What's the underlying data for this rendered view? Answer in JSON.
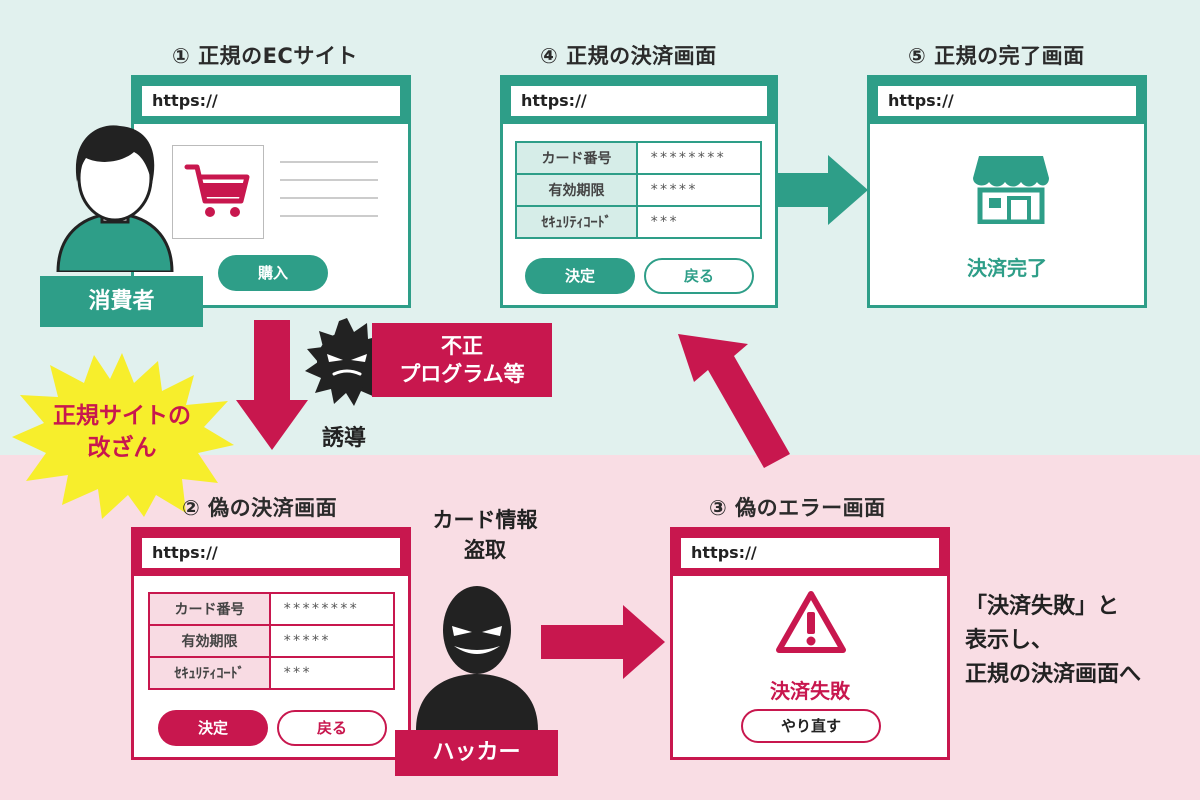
{
  "colors": {
    "green": "#2e9e88",
    "red": "#c8174e",
    "top_bg": "#e1f1ee",
    "bottom_bg": "#f9dde4",
    "burst": "#f7ee2c"
  },
  "url_text": "https://",
  "step1": {
    "title": "① 正規のECサイト",
    "buy_button": "購入",
    "icons": [
      "cart-icon"
    ]
  },
  "consumer": {
    "label": "消費者",
    "icon": "person-icon"
  },
  "step4": {
    "title": "④ 正規の決済画面",
    "fields": [
      {
        "label": "カード番号",
        "value": "********"
      },
      {
        "label": "有効期限",
        "value": "*****"
      },
      {
        "label": "ｾｷｭﾘﾃｨｺｰﾄﾞ",
        "value": "***"
      }
    ],
    "confirm_button": "決定",
    "back_button": "戻る"
  },
  "step5": {
    "title": "⑤ 正規の完了画面",
    "message": "決済完了",
    "icon": "store-icon"
  },
  "malware": {
    "line1": "不正",
    "line2": "プログラム等",
    "icon": "virus-icon"
  },
  "burst": {
    "line1": "正規サイトの",
    "line2": "改ざん"
  },
  "redirect_label": "誘導",
  "step2": {
    "title": "② 偽の決済画面",
    "fields": [
      {
        "label": "カード番号",
        "value": "********"
      },
      {
        "label": "有効期限",
        "value": "*****"
      },
      {
        "label": "ｾｷｭﾘﾃｨｺｰﾄﾞ",
        "value": "***"
      }
    ],
    "confirm_button": "決定",
    "back_button": "戻る"
  },
  "theft": {
    "line1": "カード情報",
    "line2": "盗取"
  },
  "hacker": {
    "label": "ハッカー",
    "icon": "hacker-icon"
  },
  "step3": {
    "title": "③ 偽のエラー画面",
    "message": "決済失敗",
    "retry_button": "やり直す",
    "icon": "warning-icon"
  },
  "note": {
    "line1": "「決済失敗」と",
    "line2": "表示し、",
    "line3": "正規の決済画面へ"
  }
}
